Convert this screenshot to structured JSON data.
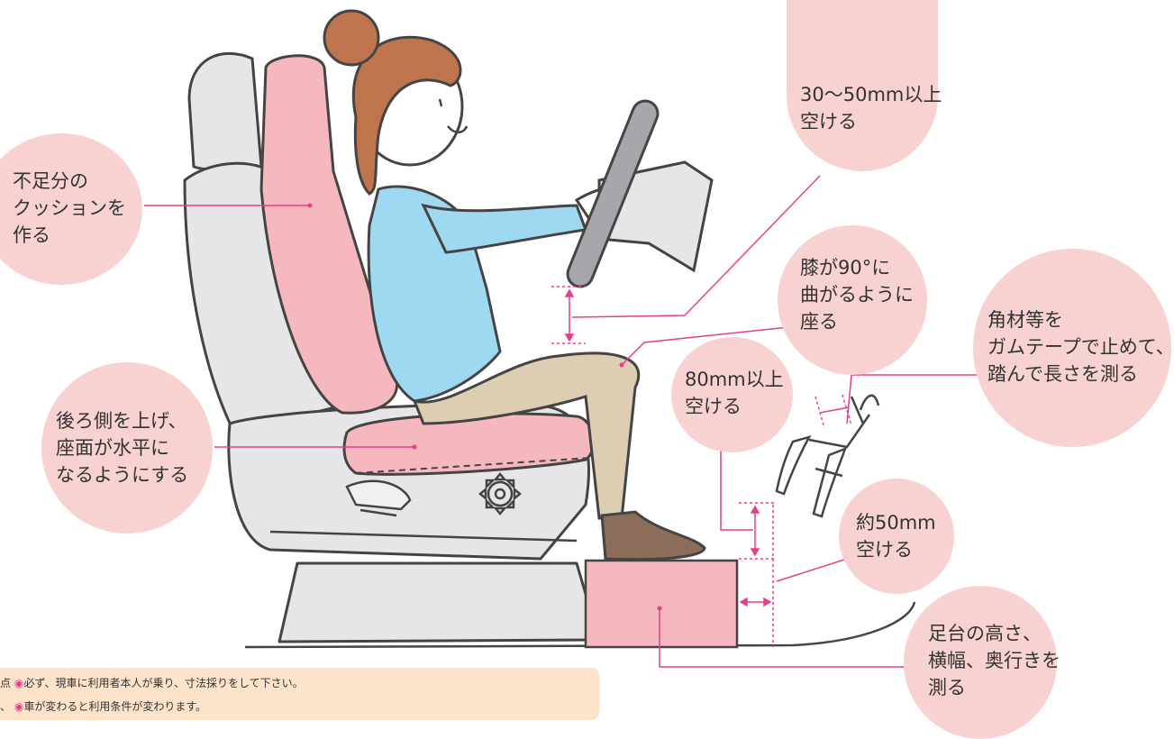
{
  "labels": {
    "clearance_top": [
      "30〜50mm以上",
      "空ける"
    ],
    "cushion": [
      "不足分の",
      "クッションを",
      "作る"
    ],
    "knee": [
      "膝が90°に",
      "曲がるように",
      "座る"
    ],
    "pedal": [
      "角材等を",
      "ガムテープで止めて、",
      "踏んで長さを測る"
    ],
    "seat_rear": [
      "後ろ側を上げ、",
      "座面が水平に",
      "なるようにする"
    ],
    "clearance_80": [
      "80mm以上",
      "空ける"
    ],
    "clearance_50": [
      "約50mm",
      "空ける"
    ],
    "footrest": [
      "足台の高さ、",
      "横幅、奥行きを",
      "測る"
    ]
  },
  "notes": {
    "line1_prefix": "点",
    "line1_marker": "◉",
    "line1_text": "必ず、現車に利用者本人が乗り、寸法採りをして下さい。",
    "line2_prefix": "、",
    "line2_marker": "◉",
    "line2_text": "車が変わると利用条件が変わります。"
  },
  "colors": {
    "bubble": "#f8d2d0",
    "pink_part": "#f6b8bf",
    "seat_gray": "#e6e6e8",
    "outline": "#444444",
    "leader": "#e43f8a",
    "shirt": "#9fd9f1",
    "pants": "#ddcdb2",
    "hair": "#c0744e",
    "shoe": "#8c6d5a",
    "note_bg": "#fde3c9"
  }
}
